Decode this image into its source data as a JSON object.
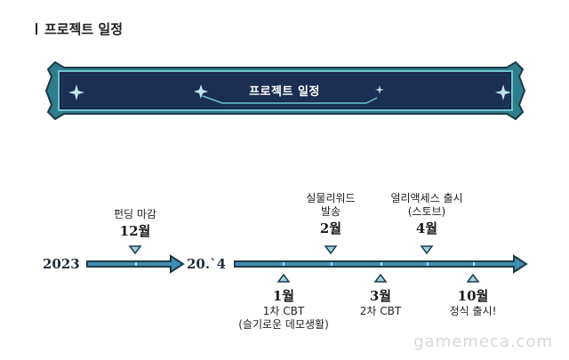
{
  "section": {
    "title": "프로젝트 일정"
  },
  "banner": {
    "title": "프로젝트 일정"
  },
  "timeline": {
    "start_year": "2023",
    "mid_year": "20.`4",
    "events_top": [
      {
        "label": "펀딩 마감",
        "month": "12월"
      },
      {
        "label": "실물리워드\n발송",
        "month": "2월"
      },
      {
        "label": "얼리액세스 출시\n(스토브)",
        "month": "4월"
      }
    ],
    "events_bottom": [
      {
        "month": "1월",
        "label": "1차 CBT\n(슬기로운 데모생활)"
      },
      {
        "month": "3월",
        "label": "2차 CBT"
      },
      {
        "month": "10월",
        "label": "정식 출시!"
      }
    ]
  },
  "watermark": "gamemeca.com",
  "colors": {
    "navy": "#1b2f52",
    "teal": "#3aa6b8",
    "arrow_fill": "#3f8fb0",
    "border": "#2c5a6e"
  }
}
